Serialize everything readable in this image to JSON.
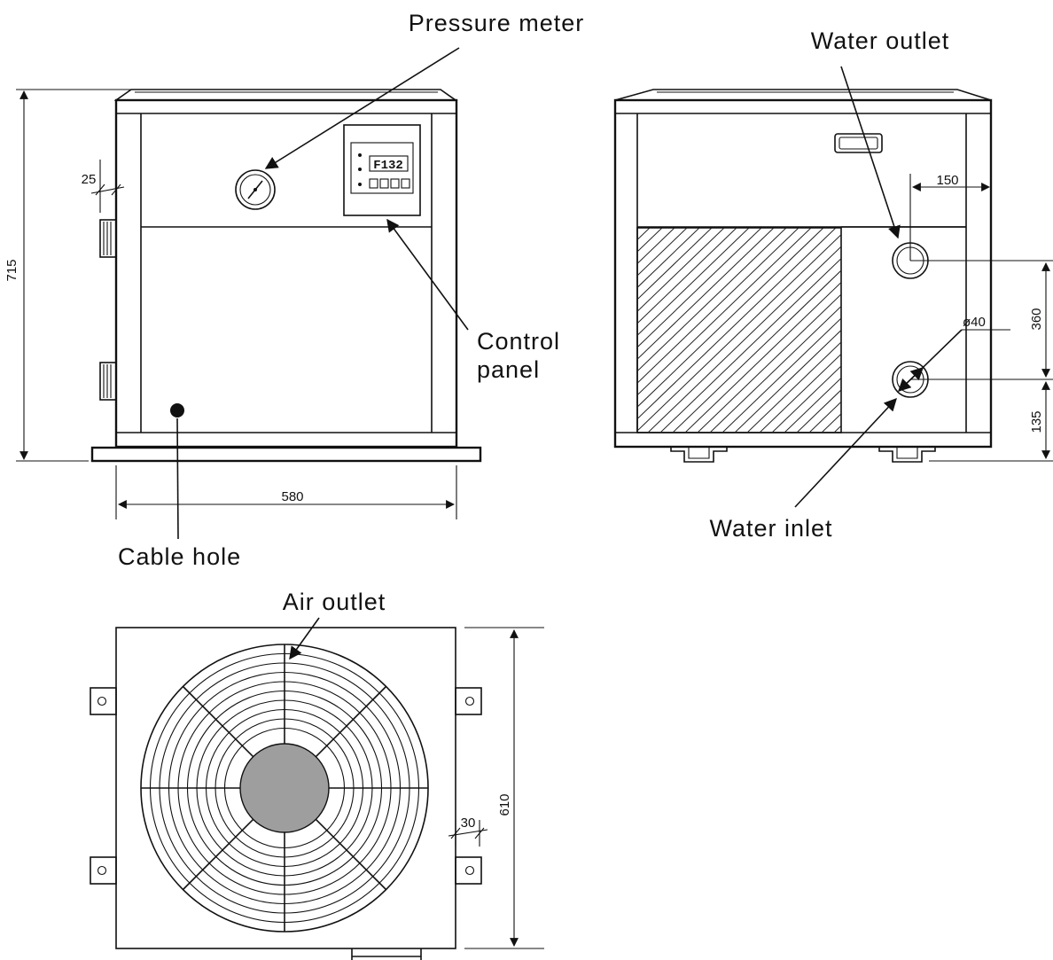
{
  "labels": {
    "pressure_meter": "Pressure meter",
    "control_panel_line1": "Control",
    "control_panel_line2": "panel",
    "cable_hole": "Cable hole",
    "water_outlet": "Water outlet",
    "water_inlet": "Water inlet",
    "air_outlet": "Air outlet"
  },
  "display": {
    "readout": "F132"
  },
  "dimensions": {
    "height": "715",
    "side_frame": "25",
    "width": "580",
    "outlet_from_edge": "150",
    "pipe_spacing": "360",
    "inlet_height": "135",
    "pipe_diameter": "ø40",
    "fan_top_height": "610",
    "guard_gap": "30"
  },
  "colors": {
    "line": "#111111",
    "fan_hub": "#9e9e9e",
    "indicator_dot": "#111111"
  }
}
